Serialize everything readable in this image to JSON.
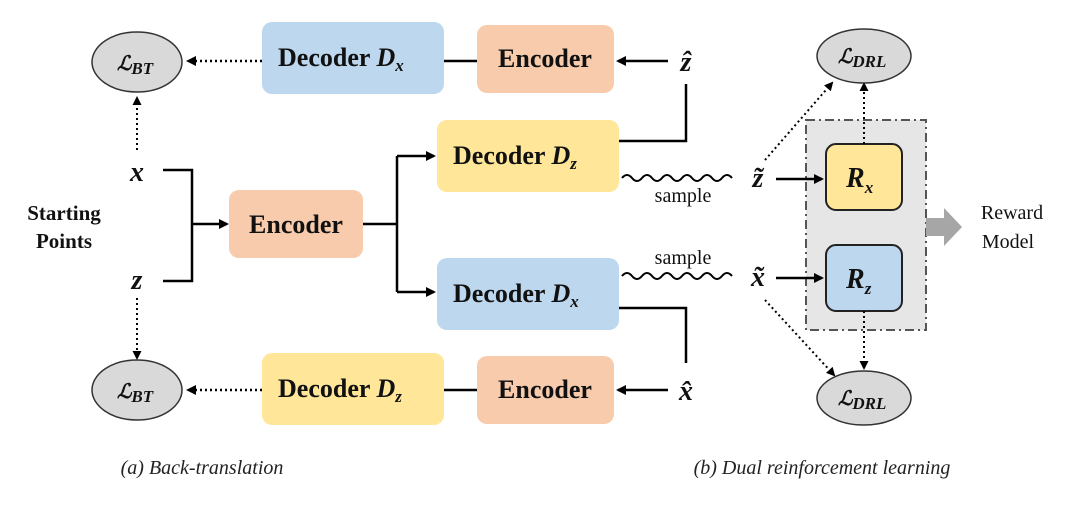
{
  "colors": {
    "encoder": "#f8cbad",
    "decoder_x": "#bdd7ee",
    "decoder_z": "#ffe699",
    "loss": "#d9d9d9",
    "reward_panel": "#e7e6e6",
    "arrow": "#000000",
    "reward_arrow": "#a6a6a6"
  },
  "nodes": {
    "top_decoder": {
      "label": "Decoder ",
      "var": "D",
      "sub": "x"
    },
    "top_encoder": {
      "label": "Encoder"
    },
    "top_input": {
      "label": "ẑ"
    },
    "loss_bt_top": {
      "label": "ℒ",
      "sub": "BT"
    },
    "start_x": {
      "label": "x"
    },
    "start_z": {
      "label": "z"
    },
    "starting_points": {
      "line1": "Starting",
      "line2": "Points"
    },
    "center_encoder": {
      "label": "Encoder"
    },
    "mid_decoder_z": {
      "label": "Decoder ",
      "var": "D",
      "sub": "z"
    },
    "mid_decoder_x": {
      "label": "Decoder ",
      "var": "D",
      "sub": "x"
    },
    "sample_top": {
      "label": "sample"
    },
    "sample_bottom": {
      "label": "sample"
    },
    "sampled_z": {
      "label": "z̃"
    },
    "sampled_x": {
      "label": "x̃"
    },
    "reward_rx": {
      "var": "R",
      "sub": "x"
    },
    "reward_rz": {
      "var": "R",
      "sub": "z"
    },
    "reward_model": {
      "line1": "Reward",
      "line2": "Model"
    },
    "loss_drl_top": {
      "label": "ℒ",
      "sub": "DRL"
    },
    "loss_drl_bottom": {
      "label": "ℒ",
      "sub": "DRL"
    },
    "bottom_decoder": {
      "label": "Decoder ",
      "var": "D",
      "sub": "z"
    },
    "bottom_encoder": {
      "label": "Encoder"
    },
    "bottom_input": {
      "label": "x̂"
    },
    "loss_bt_bottom": {
      "label": "ℒ",
      "sub": "BT"
    }
  },
  "captions": {
    "left": "(a) Back-translation",
    "right": "(b) Dual reinforcement learning"
  }
}
